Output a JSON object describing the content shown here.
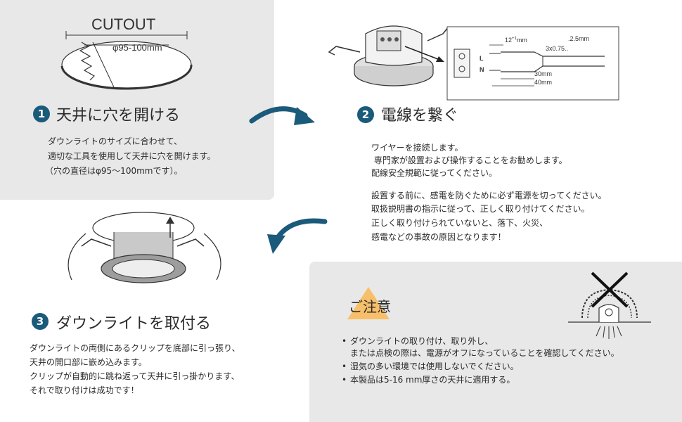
{
  "step1": {
    "number": "1",
    "title": "天井に穴を開ける",
    "cutout_label": "CUTOUT",
    "diameter_label": "φ95-100mm",
    "desc": [
      "ダウンライトのサイズに合わせて、",
      "適切な工具を使用して天井に穴を開けます。",
      "（穴の直径はφ95～100mmです）。"
    ]
  },
  "step2": {
    "number": "2",
    "title": "電線を繋ぐ",
    "wire_labels": {
      "strip": "12",
      "strip_sup": "+1",
      "strip_unit": "mm",
      "gauge": ".2.5mm",
      "cable": "3x0.75..",
      "len30": "30mm",
      "len40": "40mm",
      "n": "N",
      "l": "L"
    },
    "desc_a": [
      "ワイヤーを接続します。",
      " 専門家が設置および操作することをお勧めします。",
      "配線安全規範に従ってください。"
    ],
    "desc_b": [
      "設置する前に、感電を防ぐために必ず電源を切ってください。",
      "取扱説明書の指示に従って、正しく取り付けてください。",
      "正しく取り付けられていないと、落下、火災、",
      "感電などの事故の原因となります！"
    ]
  },
  "step3": {
    "number": "3",
    "title": "ダウンライトを取付る",
    "desc": [
      "ダウンライトの両側にあるクリップを底部に引っ張り、",
      "天井の開口部に嵌め込みます。",
      "クリップが自動的に跳ね返って天井に引っ掛かります、",
      "それで取り付けは成功です！"
    ]
  },
  "caution": {
    "title": "ご注意",
    "items": [
      "ダウンライトの取り付け、取り外し、\nまたは点検の際は、電源がオフになっていることを確認してください。",
      "湿気の多い環境では使用しないでください。",
      "本製品は5-16 mm厚さの天井に適用する。"
    ]
  },
  "colors": {
    "accent": "#1a5a7a",
    "panel": "#e8e8e8",
    "caution": "#f7bf6a"
  }
}
